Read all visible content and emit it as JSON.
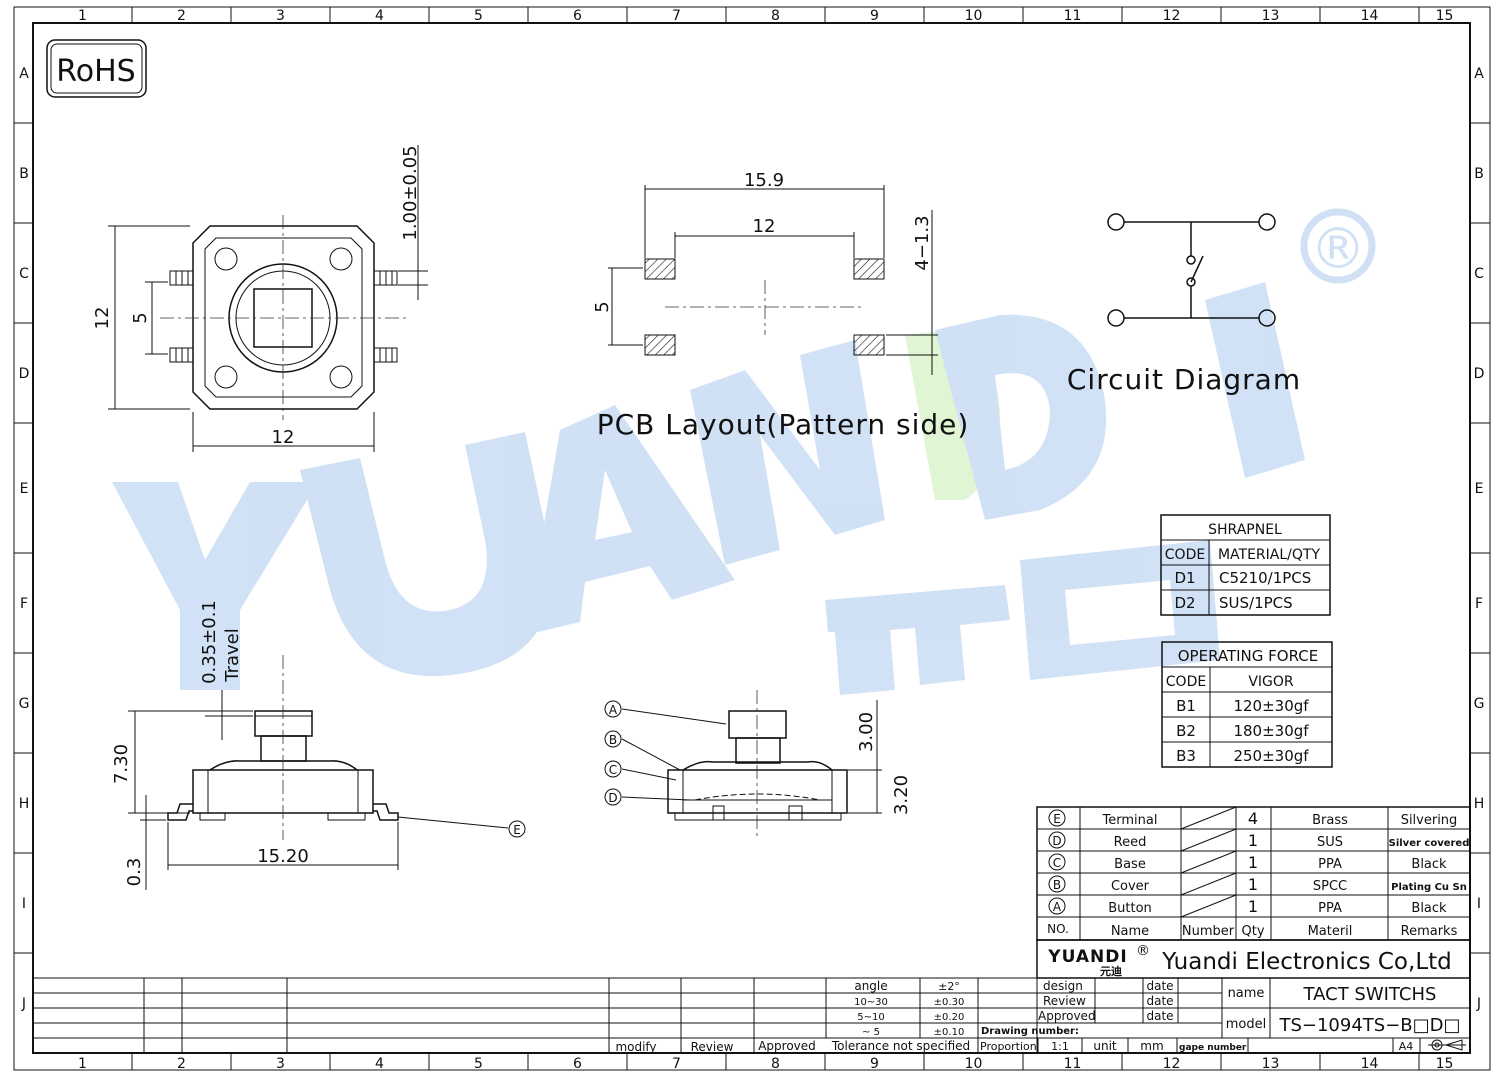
{
  "frame": {
    "columns": [
      "1",
      "2",
      "3",
      "4",
      "5",
      "6",
      "7",
      "8",
      "9",
      "10",
      "11",
      "12",
      "13",
      "14",
      "15"
    ],
    "rows": [
      "A",
      "B",
      "C",
      "D",
      "E",
      "F",
      "G",
      "H",
      "I",
      "J"
    ]
  },
  "rohs": "RoHS",
  "watermark": {
    "text": "YUANDI",
    "cn": "元迪",
    "registered": "®",
    "colors": {
      "blue": "#cfe0f5",
      "green": "#dff5d2"
    }
  },
  "top_view": {
    "dim_width": "12",
    "dim_height": "12",
    "dim_pitch": "5",
    "dim_lead": "1.00±0.05"
  },
  "pcb": {
    "title": "PCB Layout(Pattern side)",
    "dim_outer": "15.9",
    "dim_inner": "12",
    "dim_pitch": "5",
    "dim_pad": "4−1.3"
  },
  "circuit": {
    "title": "Circuit Diagram"
  },
  "side_view": {
    "dim_travel": "0.35±0.1",
    "travel_label": "Travel",
    "dim_height": "7.30",
    "dim_lead_thk": "0.3",
    "dim_span": "15.20",
    "callout_e": "E"
  },
  "section_view": {
    "callouts": [
      "A",
      "B",
      "C",
      "D"
    ],
    "dim_stem": "3.00",
    "dim_body": "3.20"
  },
  "shrapnel": {
    "title": "SHRAPNEL",
    "headers": [
      "CODE",
      "MATERIAL/QTY"
    ],
    "rows": [
      [
        "D1",
        "C5210/1PCS"
      ],
      [
        "D2",
        "SUS/1PCS"
      ]
    ]
  },
  "force": {
    "title": "OPERATING FORCE",
    "headers": [
      "CODE",
      "VIGOR"
    ],
    "rows": [
      [
        "B1",
        "120±30gf"
      ],
      [
        "B2",
        "180±30gf"
      ],
      [
        "B3",
        "250±30gf"
      ]
    ]
  },
  "bom": {
    "rows": [
      {
        "no": "E",
        "name": "Terminal",
        "qty": "4",
        "material": "Brass",
        "remarks": "Silvering"
      },
      {
        "no": "D",
        "name": "Reed",
        "qty": "1",
        "material": "SUS",
        "remarks": "Silver covered"
      },
      {
        "no": "C",
        "name": "Base",
        "qty": "1",
        "material": "PPA",
        "remarks": "Black"
      },
      {
        "no": "B",
        "name": "Cover",
        "qty": "1",
        "material": "SPCC",
        "remarks": "Plating Cu Sn"
      },
      {
        "no": "A",
        "name": "Button",
        "qty": "1",
        "material": "PPA",
        "remarks": "Black"
      }
    ],
    "headers": {
      "no": "NO.",
      "name": "Name",
      "number": "Number",
      "qty": "Qty",
      "material": "Materil",
      "remarks": "Remarks"
    }
  },
  "title_block": {
    "logo_text": "YUANDI",
    "logo_cn": "元迪",
    "logo_reg": "®",
    "company": "Yuandi Electronics Co,Ltd",
    "tolerance": {
      "angle": "angle",
      "angle_val": "±2°",
      "r1": "10~30",
      "r1_val": "±0.30",
      "r2": "5~10",
      "r2_val": "±0.20",
      "r3": "~ 5",
      "r3_val": "±0.10",
      "footer": "Tolerance  not  specified"
    },
    "modify": "modify",
    "review": "Review",
    "approved": "Approved",
    "design": "design",
    "review2": "Review",
    "approved2": "Approved",
    "date1": "date",
    "date2": "date",
    "date3": "date",
    "drawing_number": "Drawing number:",
    "proportion": "Proportion",
    "proportion_val": "1:1",
    "unit": "unit",
    "unit_val": "mm",
    "page_number": "gape number",
    "name_label": "name",
    "name_val": "TACT  SWITCHS",
    "model_label": "model",
    "model_val": "TS−1094TS−B□D□",
    "size": "A4"
  }
}
